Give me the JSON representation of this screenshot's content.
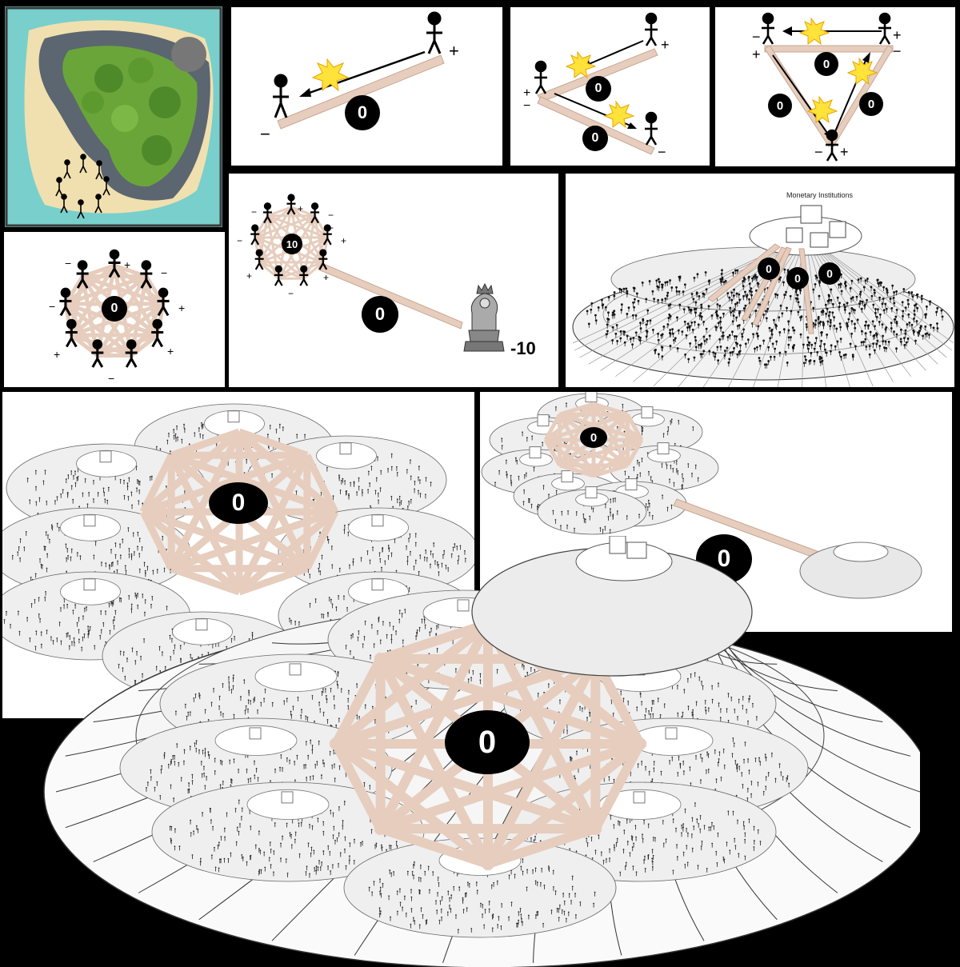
{
  "colors": {
    "background": "#000000",
    "panel": "#ffffff",
    "plank": "#e6cdbd",
    "plank_edge": "#c9a893",
    "coin": "#000000",
    "coin_text": "#ffffff",
    "sea": "#7fd3d0",
    "sand": "#f1e2b5",
    "rock": "#4a5560",
    "jungle": "#6fa83a",
    "blast": "#ffe23a"
  },
  "panel_trade_pair": {
    "coin": "0",
    "sign_receiver": "−",
    "sign_giver": "+"
  },
  "panel_trade_chain": {
    "coins": [
      "0",
      "0"
    ],
    "sign_top": "+",
    "sign_middle": "+\n−",
    "sign_bottom": "−"
  },
  "panel_trade_triangle": {
    "coins": [
      "0",
      "0",
      "0"
    ],
    "signs": [
      "−",
      "+",
      "+",
      "−",
      "−",
      "+"
    ]
  },
  "panel_village": {
    "coin": "0",
    "signs": [
      "−",
      "+",
      "−",
      "−",
      "+",
      "−",
      "+",
      "+",
      "−"
    ]
  },
  "panel_king": {
    "village_coin": "10",
    "plank_coin": "0",
    "king_balance": "-10",
    "signs": [
      "−",
      "+",
      "−",
      "−",
      "+",
      "−",
      "+",
      "+",
      "−"
    ]
  },
  "panel_institutions": {
    "title": "Monetary Institutions",
    "coins": [
      "0",
      "0",
      "0"
    ]
  },
  "panel_federation": {
    "coin": "0"
  },
  "panel_federation_link": {
    "cluster_coin": "0",
    "link_coin": "0"
  },
  "panel_global": {
    "coin": "0"
  }
}
